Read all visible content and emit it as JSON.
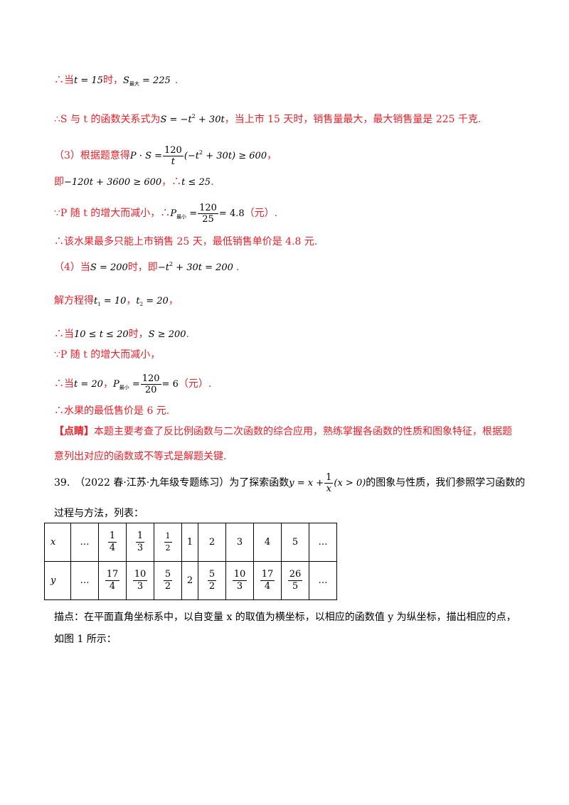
{
  "l1": {
    "a": "∴当",
    "m1": "t = 15",
    "b": "时，",
    "m2": "S",
    "m2sub": "最大",
    "m2b": " = 225",
    "c": "."
  },
  "l2": {
    "a": "∴S 与 t 的函数关系式为",
    "m": "S = −t",
    "msup": "2",
    "mb": " + 30t",
    "b": "，当上市 15 天时，销售量最大，最大销售量是 225 千克."
  },
  "l3": {
    "a": "（3）根据题意得",
    "m1": "P · S =",
    "fn": "120",
    "fd": "t",
    "m2": "(−t",
    "m2sup": "2",
    "m2b": " + 30t) ≥ 600",
    "b": "，"
  },
  "l4": {
    "a": "即",
    "m": "−120t + 3600 ≥ 600",
    "b": "，∴",
    "m2": "t ≤ 25",
    "c": "."
  },
  "l5": {
    "a": "∵P 随 t 的增大而减小，∴",
    "m": "P",
    "msub": "最小",
    "m2": " =",
    "fn": "120",
    "fd": "25",
    "m3": "= 4.8",
    "b": "（元）."
  },
  "l6": {
    "a": "∴该水果最多只能上市销售 25 天，最低销售单价是 4.8 元."
  },
  "l7": {
    "a": "（4）当",
    "m1": "S = 200",
    "b": "时，即",
    "m2": "−t",
    "m2sup": "2",
    "m2b": " + 30t = 200",
    "c": "."
  },
  "l8": {
    "a": "解方程得",
    "m1": "t",
    "m1sub": "1",
    "m1b": " = 10",
    "b": "，",
    "m2": "t",
    "m2sub": "2",
    "m2b": " = 20",
    "c": "，"
  },
  "l9": {
    "a": "∴当",
    "m1": "10 ≤ t ≤ 20",
    "b": "时，",
    "m2": "S ≥ 200",
    "c": "."
  },
  "l10": {
    "a": "∵P 随 t 的增大而减小，"
  },
  "l11": {
    "a": "∴当",
    "m1": "t = 20",
    "b": "，",
    "m2": "P",
    "m2sub": "最小",
    "m2b": " =",
    "fn": "120",
    "fd": "20",
    "m3": "= 6",
    "c": "（元）."
  },
  "l12": {
    "a": "∴水果的最低售价是 6 元."
  },
  "l13": {
    "tag": "【点睛】",
    "a": "本题主要考查了反比例函数与二次函数的综合应用，熟练掌握各函数的性质和图象特征，根据题"
  },
  "l14": {
    "a": "意列出对应的函数或不等式是解题关键."
  },
  "l15": {
    "a": "39.　（2022 春·江苏·九年级专题练习）为了探索函数",
    "m1": "y = x +",
    "fn": "1",
    "fd": "x",
    "m2": "(x > 0)",
    "b": "的图象与性质，我们参照学习函数的"
  },
  "l16": {
    "a": "过程与方法，列表："
  },
  "table": {
    "row_x_label": "x",
    "row_y_label": "y",
    "x": [
      "…",
      "1/4",
      "1/3",
      "1/2",
      "1",
      "2",
      "3",
      "4",
      "5",
      "…"
    ],
    "y": [
      "…",
      "17/4",
      "10/3",
      "5/2",
      "2",
      "5/2",
      "10/3",
      "17/4",
      "26/5",
      "…"
    ]
  },
  "l17": {
    "a": "描点：在平面直角坐标系中，以自变量 x 的取值为横坐标，以相应的函数值 y 为纵坐标，描出相应的点，"
  },
  "l18": {
    "a": "如图 1 所示："
  }
}
